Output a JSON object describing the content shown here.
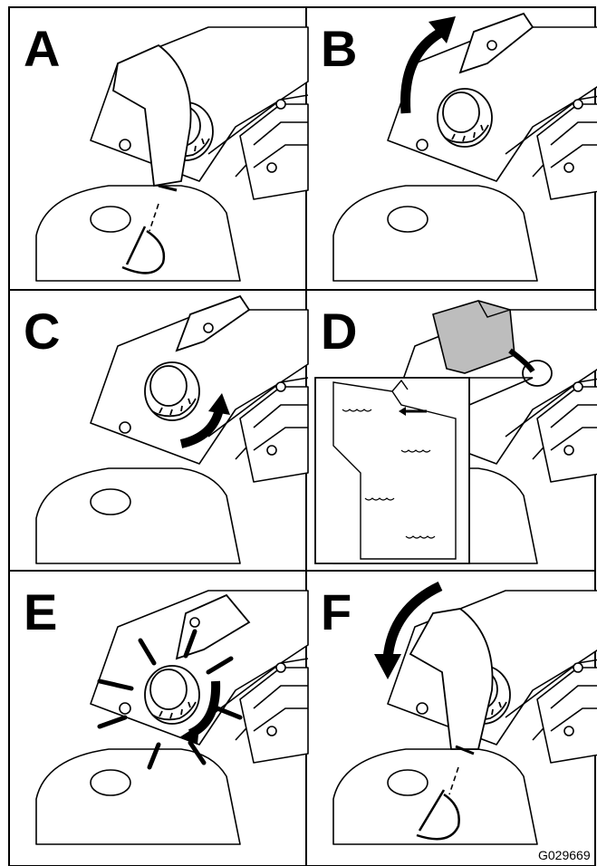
{
  "panels": [
    {
      "letter": "A"
    },
    {
      "letter": "B"
    },
    {
      "letter": "C"
    },
    {
      "letter": "D"
    },
    {
      "letter": "E"
    },
    {
      "letter": "F"
    }
  ],
  "figure_code": "G029669"
}
